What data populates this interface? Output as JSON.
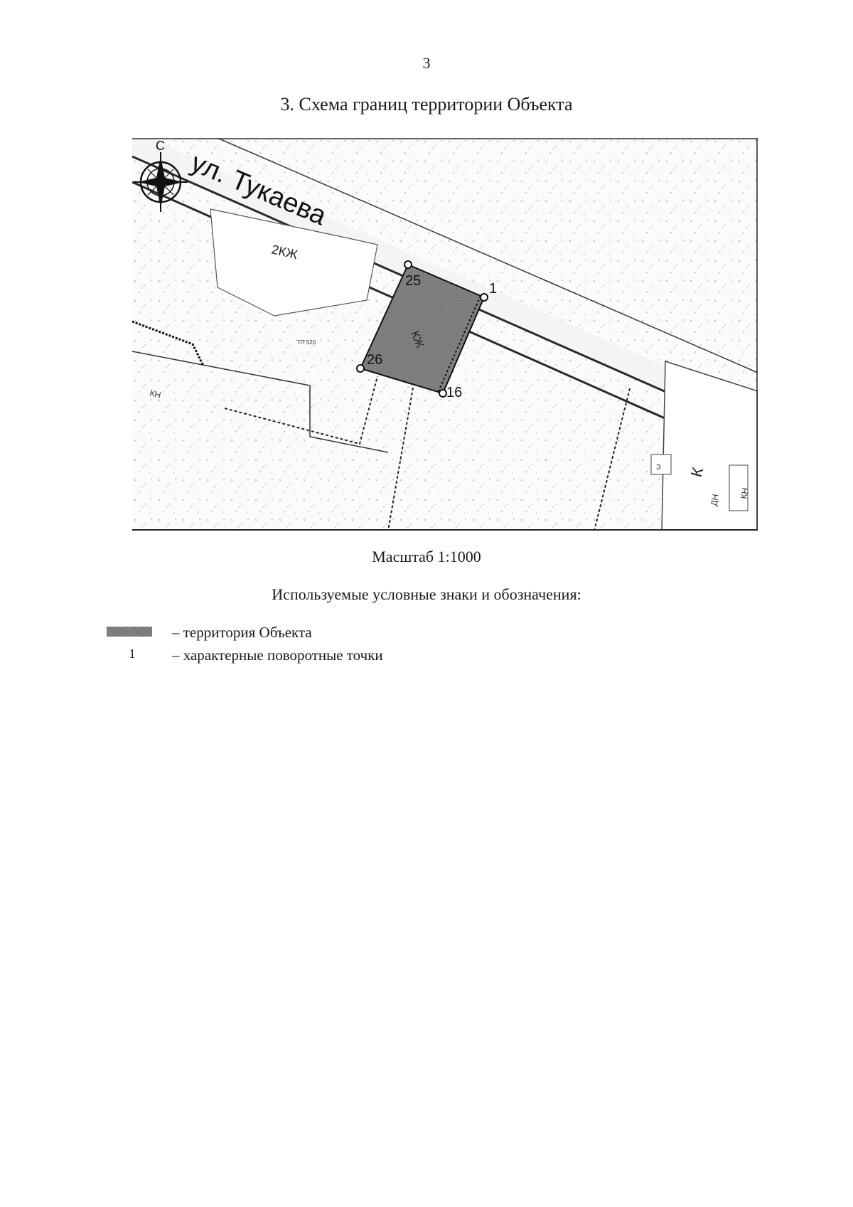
{
  "page": {
    "number": "3",
    "title": "3. Схема границ территории Объекта"
  },
  "map": {
    "north_label": "С",
    "street_name": "ул. Тукаева",
    "zone_labels": {
      "z2kzh": "2КЖ",
      "kzh": "КЖ",
      "kn": "КН",
      "k": "К",
      "tp": "ТП 520",
      "dn": "ДН",
      "kn2": "КН",
      "z": "З"
    },
    "points": {
      "p1": "1",
      "p25": "25",
      "p26": "26",
      "p16": "16"
    },
    "colors": {
      "territory": "#7d7d7d",
      "line": "#1a1a1a"
    },
    "icons": [
      "compass-rose-icon"
    ]
  },
  "scale": "Масштаб 1:1000",
  "legend": {
    "title": "Используемые условные знаки и обозначения:",
    "items": [
      {
        "symbol": "",
        "desc": "– территория Объекта"
      },
      {
        "symbol": "1",
        "desc": "– характерные поворотные точки"
      }
    ]
  }
}
